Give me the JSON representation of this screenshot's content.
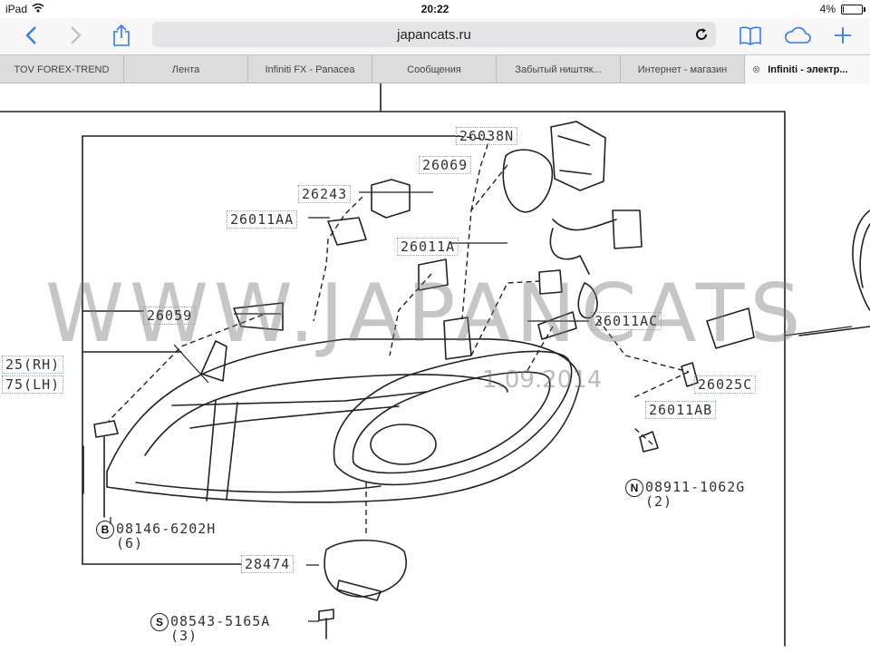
{
  "status": {
    "device": "iPad",
    "time": "20:22",
    "battery": "4%",
    "battery_level": 0.04
  },
  "toolbar": {
    "url": "japancats.ru"
  },
  "tabs": [
    {
      "label": "TOV FOREX-TREND"
    },
    {
      "label": "Лента"
    },
    {
      "label": "Infiniti FX - Panacea"
    },
    {
      "label": "Сообщения"
    },
    {
      "label": "Забытый ништяк..."
    },
    {
      "label": "Интернет - магазин"
    },
    {
      "label": "Infiniti - электр..."
    }
  ],
  "diagram": {
    "watermark": "WWW.JAPANCATS",
    "watermark_date": "1.09.2014",
    "parts": {
      "p26038n": "26038N",
      "p26069": "26069",
      "p26243": "26243",
      "p26011aa": "26011AA",
      "p26011a": "26011A",
      "p26059": "26059",
      "p25rh": "25(RH)",
      "p75lh": "75(LH)",
      "p26011ac": "26011AC",
      "p26025c": "26025C",
      "p26011ab": "26011AB",
      "p08911": "08911-1062G",
      "p08911q": "(2)",
      "p08911m": "N",
      "p08146": "08146-6202H",
      "p08146q": "(6)",
      "p08146m": "B",
      "p28474": "28474",
      "p08543": "08543-5165A",
      "p08543q": "(3)",
      "p08543m": "S"
    }
  }
}
